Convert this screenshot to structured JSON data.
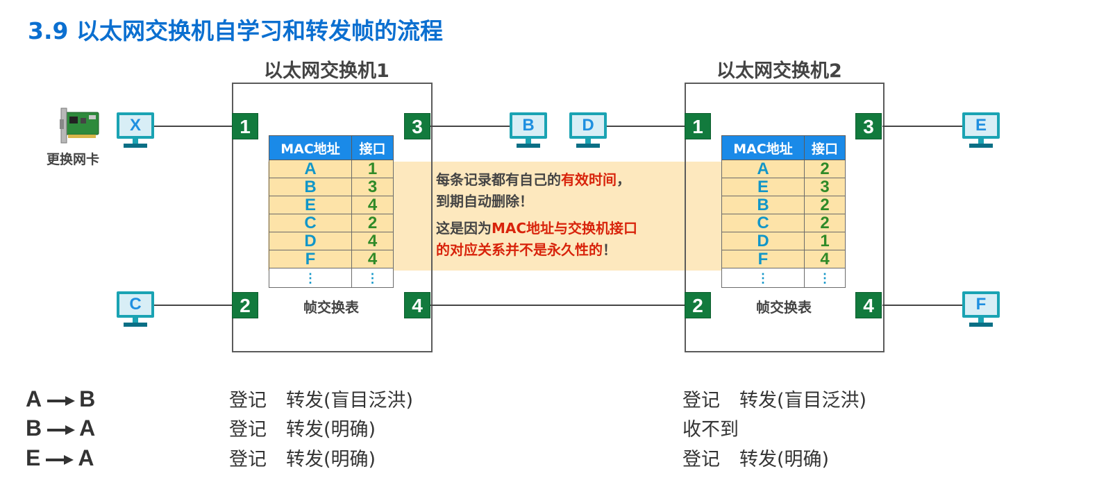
{
  "title": "3.9 以太网交换机自学习和转发帧的流程",
  "switch1": {
    "name": "以太网交换机1",
    "ports": [
      "1",
      "2",
      "3",
      "4"
    ],
    "table_caption": "帧交换表",
    "table_headers": [
      "MAC地址",
      "接口"
    ],
    "entries": [
      {
        "mac": "A",
        "port": "1"
      },
      {
        "mac": "B",
        "port": "3"
      },
      {
        "mac": "E",
        "port": "4"
      },
      {
        "mac": "C",
        "port": "2"
      },
      {
        "mac": "D",
        "port": "4"
      },
      {
        "mac": "F",
        "port": "4"
      }
    ],
    "ellipsis": "⋮"
  },
  "switch2": {
    "name": "以太网交换机2",
    "ports": [
      "1",
      "2",
      "3",
      "4"
    ],
    "table_caption": "帧交换表",
    "table_headers": [
      "MAC地址",
      "接口"
    ],
    "entries": [
      {
        "mac": "A",
        "port": "2"
      },
      {
        "mac": "E",
        "port": "3"
      },
      {
        "mac": "B",
        "port": "2"
      },
      {
        "mac": "C",
        "port": "2"
      },
      {
        "mac": "D",
        "port": "1"
      },
      {
        "mac": "F",
        "port": "4"
      }
    ],
    "ellipsis": "⋮"
  },
  "hosts": {
    "x": "X",
    "c": "C",
    "b": "B",
    "d": "D",
    "e": "E",
    "f": "F"
  },
  "nic_label": "更换网卡",
  "note": {
    "line1_a": "每条记录都有自己的",
    "line1_hl": "有效时间",
    "line1_b": "，",
    "line2": "到期自动删除！",
    "line3_a": "这是因为",
    "line3_hl": "MAC地址与交换机接口",
    "line4_hl": "的对应关系并不是永久性的",
    "line4_b": "！"
  },
  "flows": [
    {
      "from": "A",
      "to": "B",
      "sw1_reg": "登记",
      "sw1_fwd": "转发(盲目泛洪)",
      "sw2_reg": "登记",
      "sw2_fwd": "转发(盲目泛洪)"
    },
    {
      "from": "B",
      "to": "A",
      "sw1_reg": "登记",
      "sw1_fwd": "转发(明确)",
      "sw2_reg": "收不到",
      "sw2_fwd": ""
    },
    {
      "from": "E",
      "to": "A",
      "sw1_reg": "登记",
      "sw1_fwd": "转发(明确)",
      "sw2_reg": "登记",
      "sw2_fwd": "转发(明确)"
    }
  ],
  "colors": {
    "title": "#0b6fd0",
    "port": "#127a3d",
    "highlight": "#d8230b",
    "table_header": "#1a8ae8",
    "band": "#fde8be"
  }
}
